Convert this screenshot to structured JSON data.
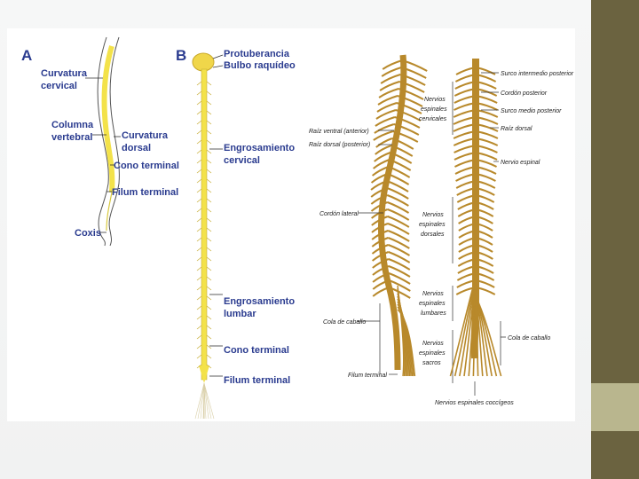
{
  "panel_a": {
    "letter": "A",
    "labels": {
      "curvatura_cervical_1": "Curvatura",
      "curvatura_cervical_2": "cervical",
      "columna_1": "Columna",
      "columna_2": "vertebral",
      "curvatura_dorsal_1": "Curvatura",
      "curvatura_dorsal_2": "dorsal",
      "cono_terminal": "Cono terminal",
      "filum_terminal": "Filum terminal",
      "coxis": "Coxis"
    }
  },
  "panel_b": {
    "letter": "B",
    "labels": {
      "protuberancia": "Protuberancia",
      "bulbo": "Bulbo raquídeo",
      "engr_cervical_1": "Engrosamiento",
      "engr_cervical_2": "cervical",
      "engr_lumbar_1": "Engrosamiento",
      "engr_lumbar_2": "lumbar",
      "cono_terminal": "Cono terminal",
      "filum_terminal": "Filum terminal"
    }
  },
  "panel_c": {
    "labels": {
      "raiz_ventral": "Raíz ventral (anterior)",
      "raiz_dorsal": "Raíz dorsal (posterior)",
      "cordon_lateral": "Cordón lateral",
      "cola_caballo": "Cola de caballo",
      "filum_terminal": "Filum terminal",
      "nervios_cervicales_1": "Nervios",
      "nervios_cervicales_2": "espinales",
      "nervios_cervicales_3": "cervicales",
      "nervios_dorsales_1": "Nervios",
      "nervios_dorsales_2": "espinales",
      "nervios_dorsales_3": "dorsales",
      "nervios_lumbares_1": "Nervios",
      "nervios_lumbares_2": "espinales",
      "nervios_lumbares_3": "lumbares",
      "nervios_sacros_1": "Nervios",
      "nervios_sacros_2": "espinales",
      "nervios_sacros_3": "sacros"
    }
  },
  "panel_d": {
    "labels": {
      "surco_intermedio": "Surco intermedio posterior",
      "cordon_posterior": "Cordón posterior",
      "surco_medio": "Surco medio posterior",
      "raiz_dorsal": "Raíz dorsal",
      "nervio_espinal": "Nervio espinal",
      "cola_caballo": "Cola de caballo",
      "nervios_coccigeos": "Nervios espinales coccígeos"
    }
  },
  "colors": {
    "label_blue": "#2a3b8f",
    "cord_yellow": "#f3e24a",
    "nerve_brown": "#b8892b",
    "side_bar": "#6b6340",
    "side_accent": "#b9b68e"
  }
}
